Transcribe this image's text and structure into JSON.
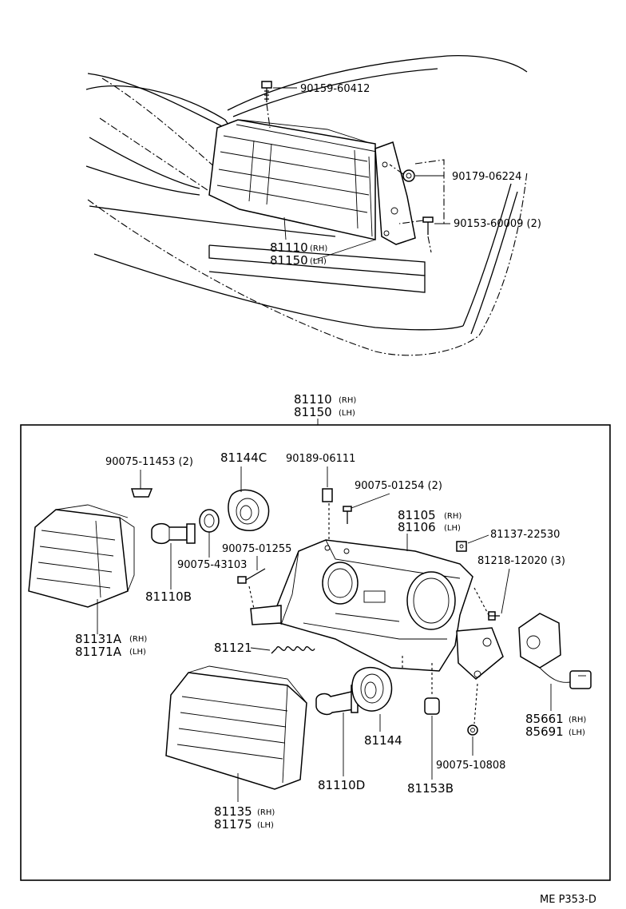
{
  "top_view": {
    "bolt_label": "90159-60412",
    "nut_label": "90179-06224",
    "screw_label": "90153-60009 (2)",
    "assembly_rh": "81110",
    "assembly_rh_suffix": "(RH)",
    "assembly_lh": "81150",
    "assembly_lh_suffix": "(LH)"
  },
  "exploded_view": {
    "assembly_rh": "81110",
    "assembly_rh_suffix": "(RH)",
    "assembly_lh": "81150",
    "assembly_lh_suffix": "(LH)",
    "labels": {
      "p90075_11453": "90075-11453 (2)",
      "p81144C": "81144C",
      "p90189_06111": "90189-06111",
      "p90075_01254": "90075-01254 (2)",
      "p81105": "81105",
      "p81105_sfx": "(RH)",
      "p81106": "81106",
      "p81106_sfx": "(LH)",
      "p81137_22530": "81137-22530",
      "p81218_12020": "81218-12020 (3)",
      "p90075_01255": "90075-01255",
      "p90075_43103": "90075-43103",
      "p81110B": "81110B",
      "p81131A": "81131A",
      "p81131A_sfx": "(RH)",
      "p81171A": "81171A",
      "p81171A_sfx": "(LH)",
      "p81121": "81121",
      "p81144": "81144",
      "p85661": "85661",
      "p85661_sfx": "(RH)",
      "p85691": "85691",
      "p85691_sfx": "(LH)",
      "p90075_10808": "90075-10808",
      "p81110D": "81110D",
      "p81153B": "81153B",
      "p81135": "81135",
      "p81135_sfx": "(RH)",
      "p81175": "81175",
      "p81175_sfx": "(LH)"
    }
  },
  "footer": {
    "page_code": "ME P353-D"
  }
}
